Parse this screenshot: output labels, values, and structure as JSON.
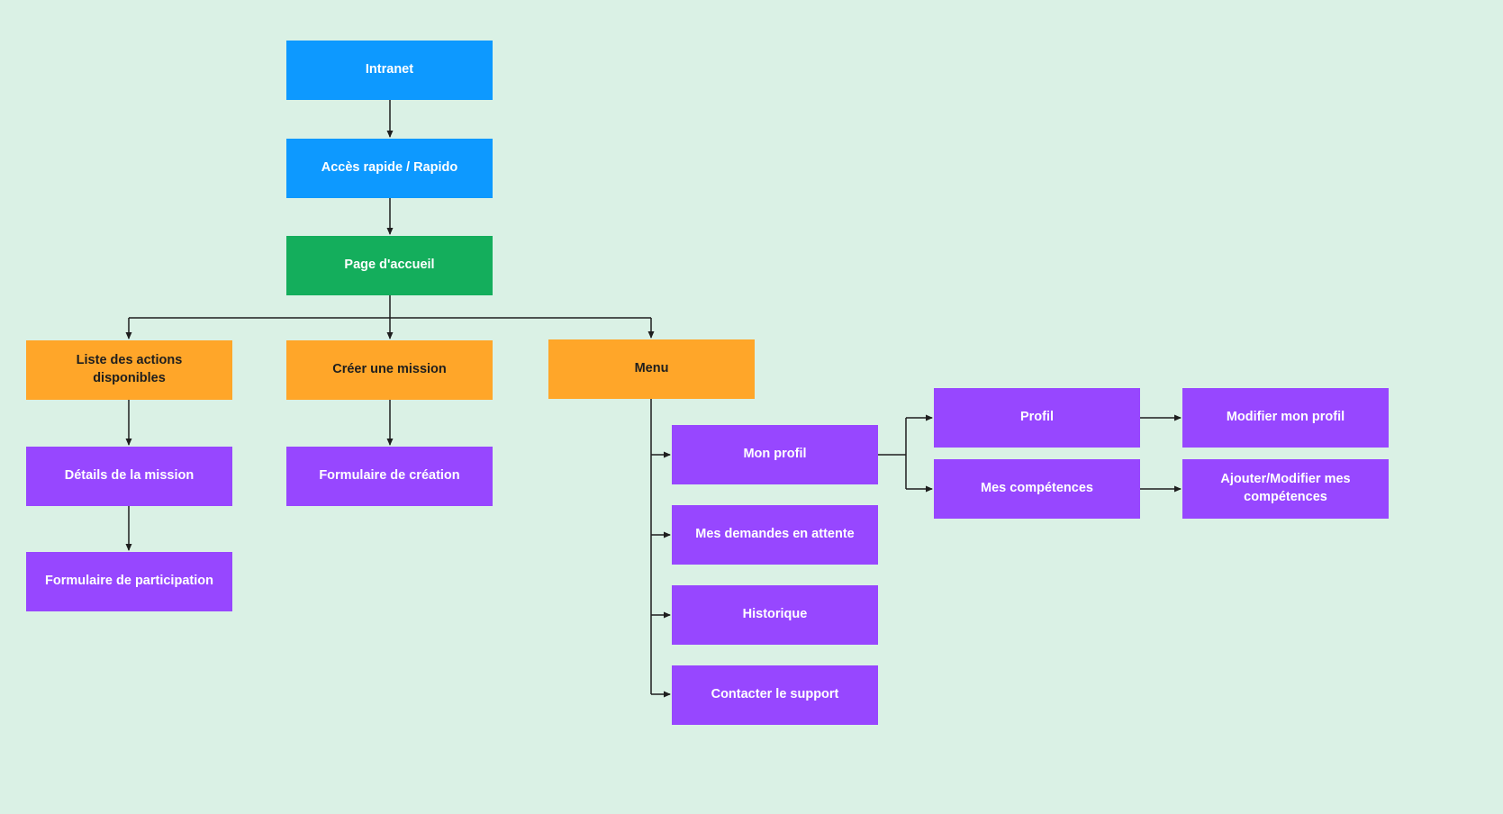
{
  "diagram": {
    "background_color": "#daf1e5",
    "colors": {
      "blue": "#0d99ff",
      "green": "#14ae5c",
      "orange": "#ffa629",
      "purple": "#9747ff",
      "connector": "#1e1e1e"
    },
    "nodes": {
      "intranet": {
        "label": "Intranet",
        "color": "blue"
      },
      "acces_rapide": {
        "label": "Accès rapide / Rapido",
        "color": "blue"
      },
      "page_accueil": {
        "label": "Page d'accueil",
        "color": "green"
      },
      "liste_actions": {
        "label": "Liste des actions disponibles",
        "color": "orange"
      },
      "creer_mission": {
        "label": "Créer une mission",
        "color": "orange"
      },
      "menu": {
        "label": "Menu",
        "color": "orange"
      },
      "details_mission": {
        "label": "Détails de la mission",
        "color": "purple"
      },
      "formulaire_participation": {
        "label": "Formulaire de participation",
        "color": "purple"
      },
      "formulaire_creation": {
        "label": "Formulaire de création",
        "color": "purple"
      },
      "mon_profil": {
        "label": "Mon profil",
        "color": "purple"
      },
      "mes_demandes": {
        "label": "Mes demandes en attente",
        "color": "purple"
      },
      "historique": {
        "label": "Historique",
        "color": "purple"
      },
      "contacter_support": {
        "label": "Contacter le support",
        "color": "purple"
      },
      "profil": {
        "label": "Profil",
        "color": "purple"
      },
      "mes_competences": {
        "label": "Mes compétences",
        "color": "purple"
      },
      "modifier_profil": {
        "label": "Modifier mon profil",
        "color": "purple"
      },
      "ajouter_competences": {
        "label": "Ajouter/Modifier mes compétences",
        "color": "purple"
      }
    },
    "edges": [
      {
        "from": "intranet",
        "to": "acces_rapide"
      },
      {
        "from": "acces_rapide",
        "to": "page_accueil"
      },
      {
        "from": "page_accueil",
        "to": "liste_actions"
      },
      {
        "from": "page_accueil",
        "to": "creer_mission"
      },
      {
        "from": "page_accueil",
        "to": "menu"
      },
      {
        "from": "liste_actions",
        "to": "details_mission"
      },
      {
        "from": "details_mission",
        "to": "formulaire_participation"
      },
      {
        "from": "creer_mission",
        "to": "formulaire_creation"
      },
      {
        "from": "menu",
        "to": "mon_profil"
      },
      {
        "from": "menu",
        "to": "mes_demandes"
      },
      {
        "from": "menu",
        "to": "historique"
      },
      {
        "from": "menu",
        "to": "contacter_support"
      },
      {
        "from": "mon_profil",
        "to": "profil"
      },
      {
        "from": "mon_profil",
        "to": "mes_competences"
      },
      {
        "from": "profil",
        "to": "modifier_profil"
      },
      {
        "from": "mes_competences",
        "to": "ajouter_competences"
      }
    ]
  }
}
